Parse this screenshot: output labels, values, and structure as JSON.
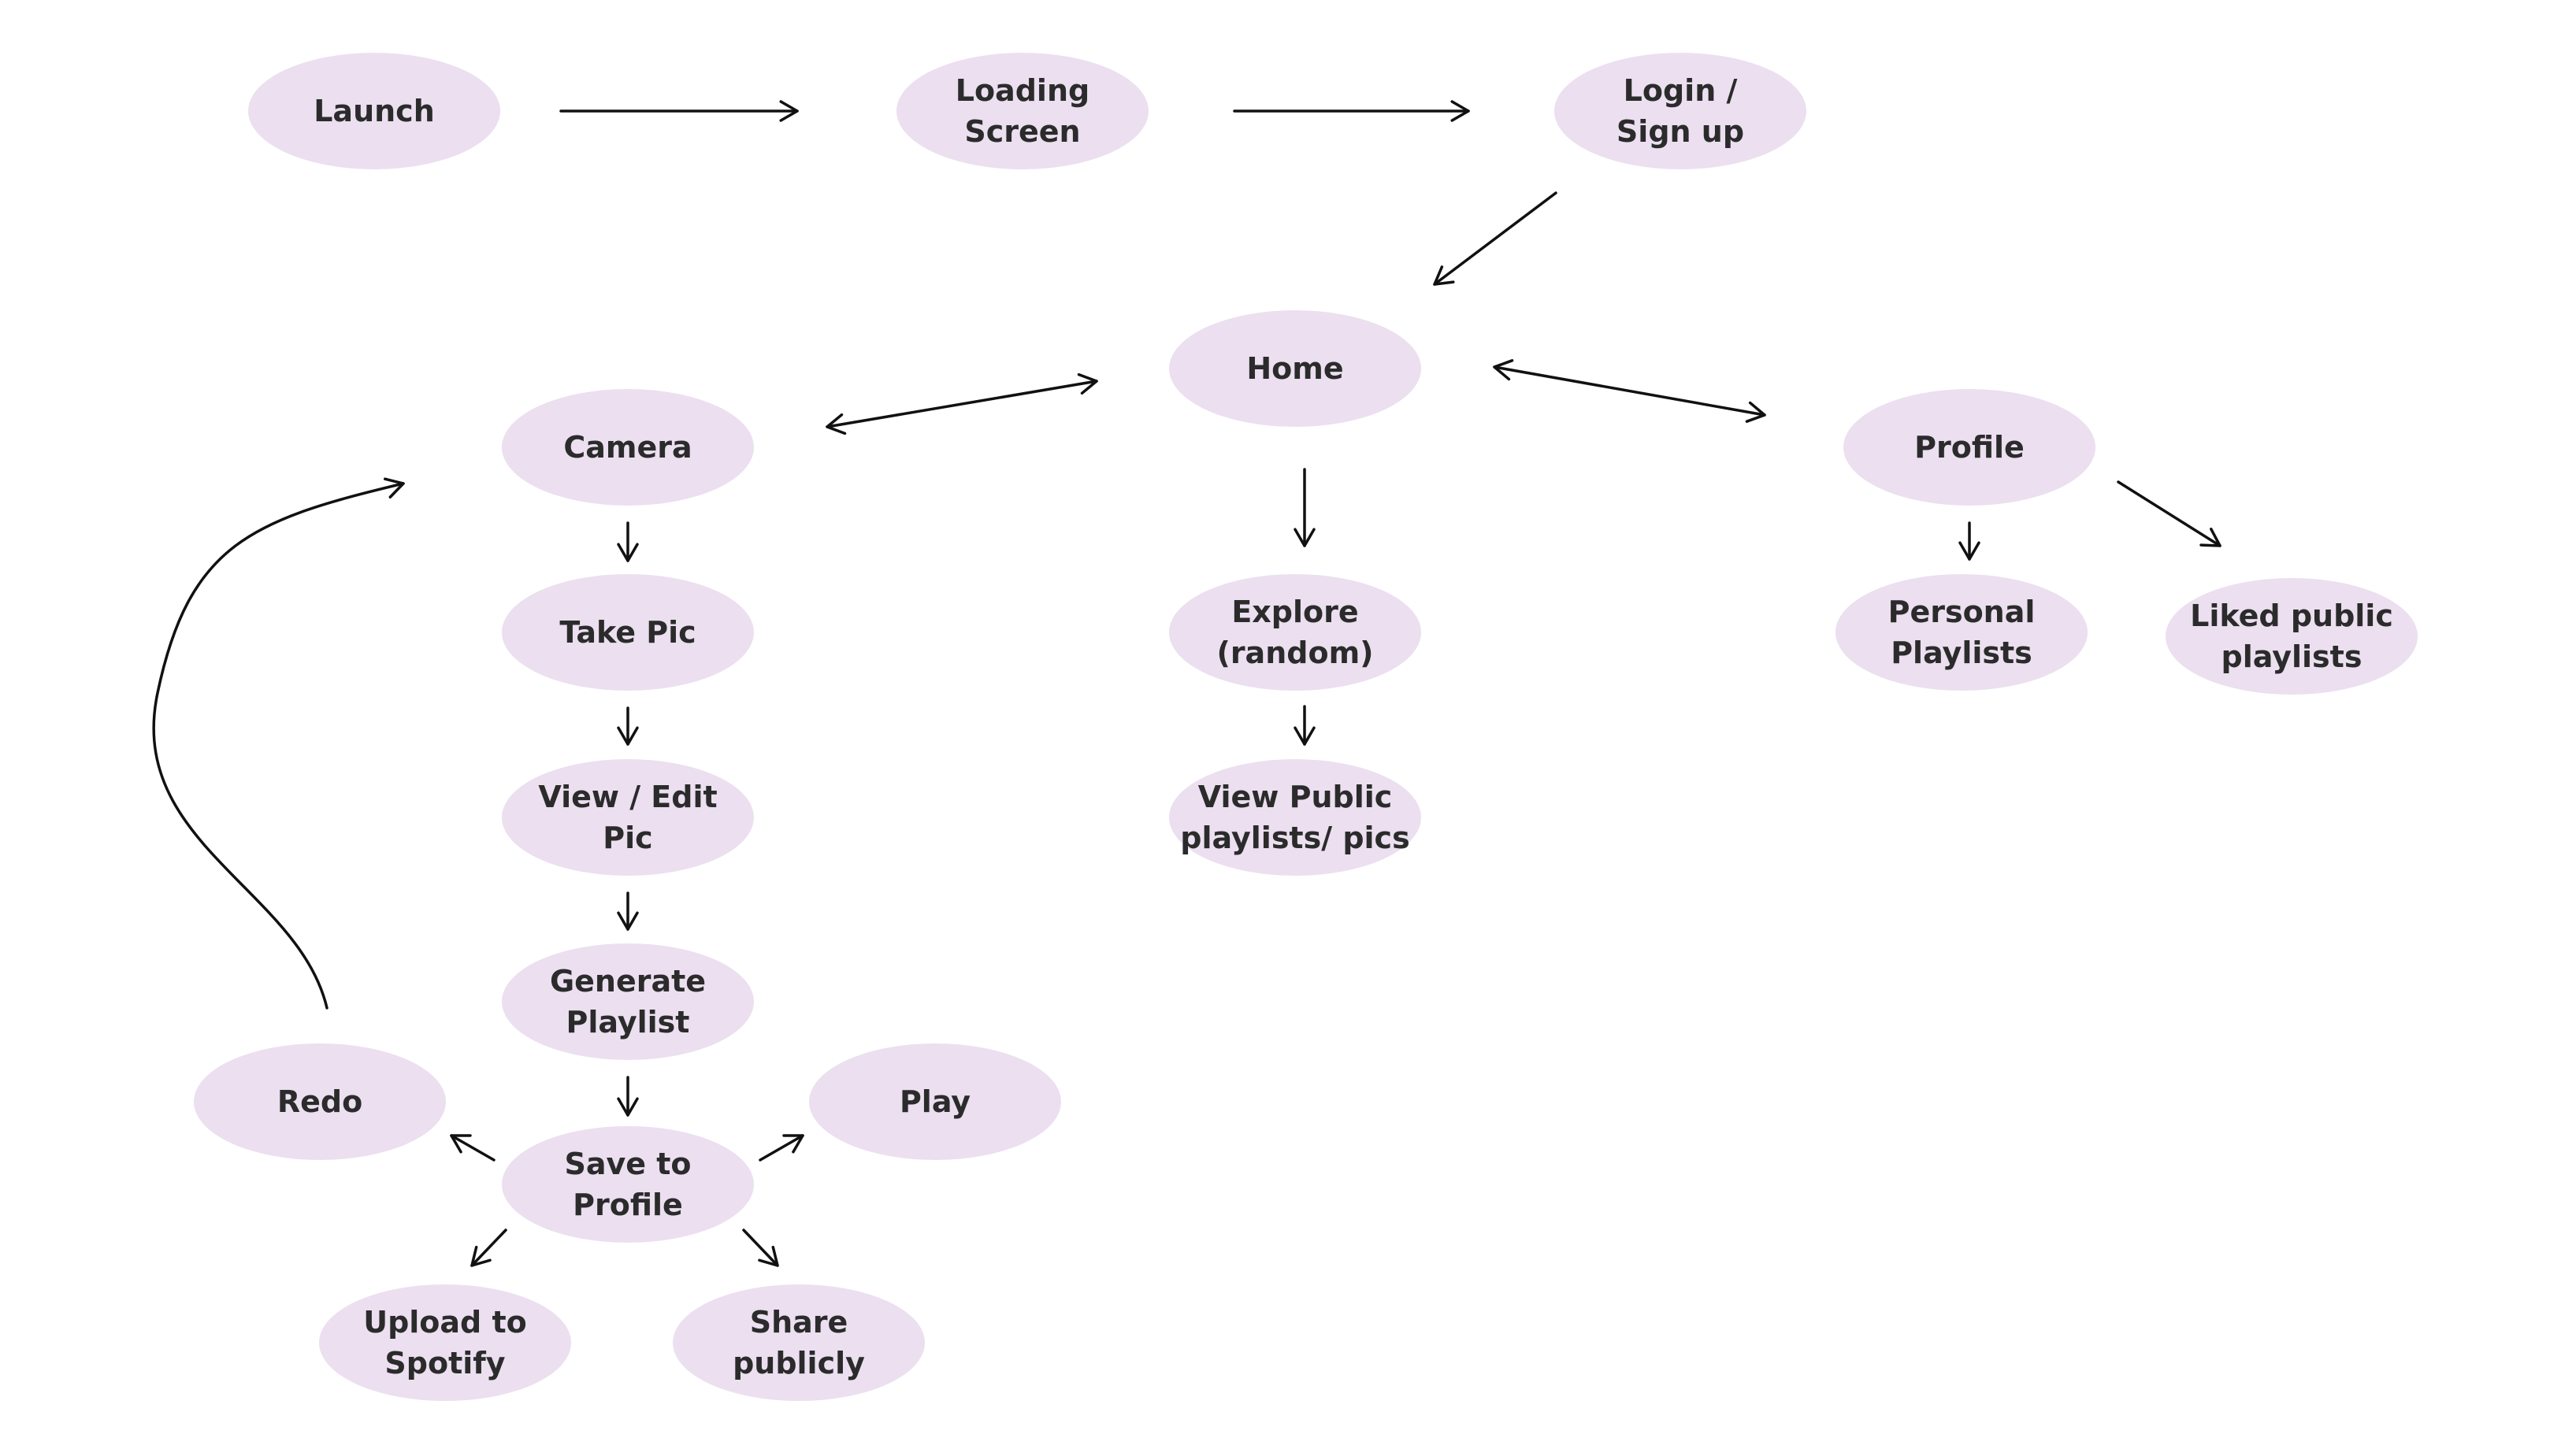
{
  "colors": {
    "node_fill": "#ebdff0",
    "label": "#2b2b2b",
    "edge": "#111111",
    "background": "#ffffff"
  },
  "nodes": [
    {
      "id": "launch",
      "lines": [
        "Launch"
      ]
    },
    {
      "id": "loading",
      "lines": [
        "Loading",
        "Screen"
      ]
    },
    {
      "id": "login",
      "lines": [
        "Login /",
        "Sign up"
      ]
    },
    {
      "id": "home",
      "lines": [
        "Home"
      ]
    },
    {
      "id": "camera",
      "lines": [
        "Camera"
      ]
    },
    {
      "id": "profile",
      "lines": [
        "Profile"
      ]
    },
    {
      "id": "takepic",
      "lines": [
        "Take Pic"
      ]
    },
    {
      "id": "explore",
      "lines": [
        "Explore",
        "(random)"
      ]
    },
    {
      "id": "personal",
      "lines": [
        "Personal",
        "Playlists"
      ]
    },
    {
      "id": "liked",
      "lines": [
        "Liked public",
        "playlists"
      ]
    },
    {
      "id": "viewedit",
      "lines": [
        "View / Edit",
        "Pic"
      ]
    },
    {
      "id": "viewpublic",
      "lines": [
        "View Public",
        "playlists/ pics"
      ]
    },
    {
      "id": "generate",
      "lines": [
        "Generate",
        "Playlist"
      ]
    },
    {
      "id": "redo",
      "lines": [
        "Redo"
      ]
    },
    {
      "id": "play",
      "lines": [
        "Play"
      ]
    },
    {
      "id": "save",
      "lines": [
        "Save to",
        "Profile"
      ]
    },
    {
      "id": "upload",
      "lines": [
        "Upload to",
        "Spotify"
      ]
    },
    {
      "id": "share",
      "lines": [
        "Share",
        "publicly"
      ]
    }
  ],
  "edges": [
    {
      "from": "launch",
      "to": "loading"
    },
    {
      "from": "loading",
      "to": "login"
    },
    {
      "from": "login",
      "to": "home"
    },
    {
      "from": "home",
      "to": "camera",
      "bidirectional": true
    },
    {
      "from": "home",
      "to": "profile",
      "bidirectional": true
    },
    {
      "from": "home",
      "to": "explore"
    },
    {
      "from": "explore",
      "to": "viewpublic"
    },
    {
      "from": "profile",
      "to": "personal"
    },
    {
      "from": "profile",
      "to": "liked"
    },
    {
      "from": "camera",
      "to": "takepic"
    },
    {
      "from": "takepic",
      "to": "viewedit"
    },
    {
      "from": "viewedit",
      "to": "generate"
    },
    {
      "from": "generate",
      "to": "save"
    },
    {
      "from": "save",
      "to": "redo"
    },
    {
      "from": "save",
      "to": "play"
    },
    {
      "from": "save",
      "to": "upload"
    },
    {
      "from": "save",
      "to": "share"
    },
    {
      "from": "redo",
      "to": "camera",
      "curved": true
    }
  ]
}
